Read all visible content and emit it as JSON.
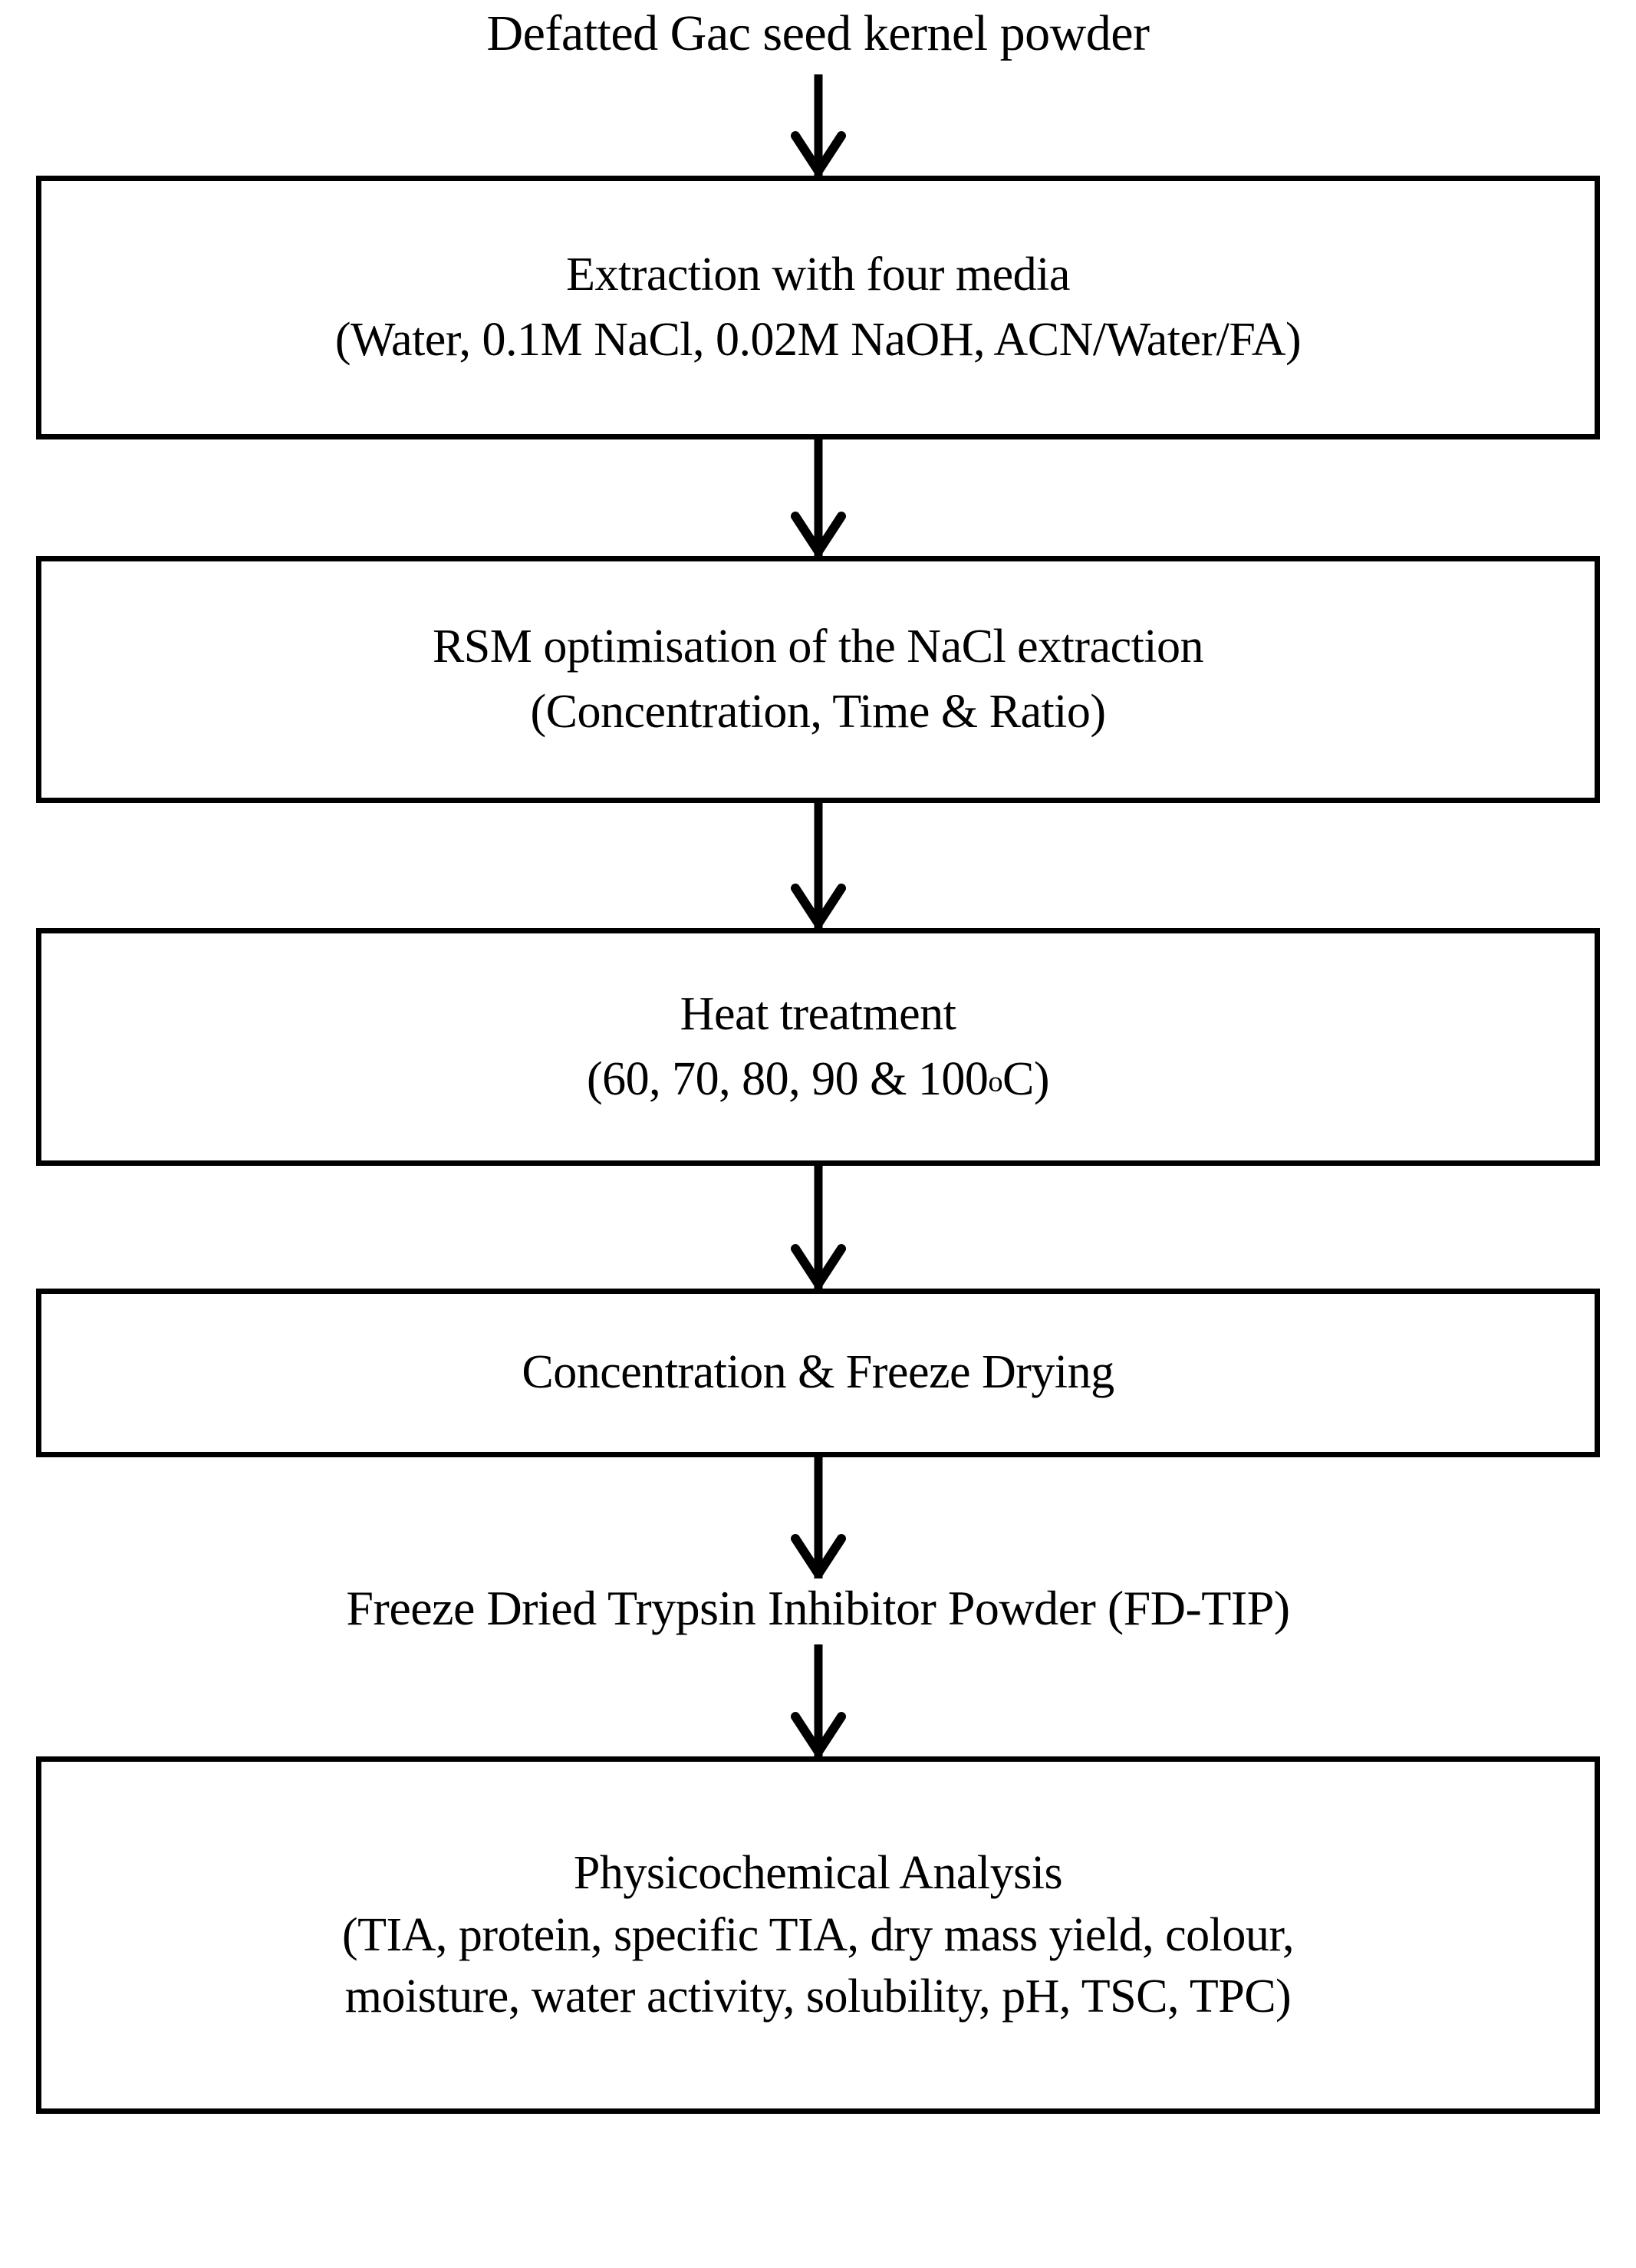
{
  "diagram": {
    "title": "Gac seed trypsin inhibitor extraction and analysis flowchart",
    "orientation": "top-to-bottom",
    "background_color": "#ffffff",
    "line_color": "#000000",
    "nodes": [
      {
        "id": "start",
        "shape": "plain-text",
        "lines": [
          "Defatted Gac seed kernel powder"
        ]
      },
      {
        "id": "extraction",
        "shape": "rectangle",
        "lines": [
          "Extraction with four media",
          "(Water, 0.1M NaCl, 0.02M NaOH, ACN/Water/FA)"
        ]
      },
      {
        "id": "rsm",
        "shape": "rectangle",
        "lines": [
          "RSM optimisation of the NaCl extraction",
          "(Concentration, Time & Ratio)"
        ]
      },
      {
        "id": "heat",
        "shape": "rectangle",
        "lines": [
          "Heat treatment",
          "(60, 70, 80, 90 & 100oC)"
        ],
        "line2_prefix": "(60, 70, 80, 90 & 100",
        "line2_sup": "o",
        "line2_suffix": "C)"
      },
      {
        "id": "freeze-drying",
        "shape": "rectangle",
        "lines": [
          "Concentration & Freeze Drying"
        ]
      },
      {
        "id": "fdtip",
        "shape": "plain-text",
        "lines": [
          "Freeze Dried Trypsin Inhibitor Powder (FD-TIP)"
        ]
      },
      {
        "id": "analysis",
        "shape": "rectangle",
        "lines": [
          "Physicochemical Analysis",
          "(TIA, protein, specific TIA, dry mass yield, colour,",
          "moisture, water activity, solubility, pH, TSC, TPC)"
        ]
      }
    ],
    "connectors": [
      {
        "id": "arrow-1",
        "from": "start",
        "to": "extraction",
        "icon": "down-arrow-icon"
      },
      {
        "id": "arrow-2",
        "from": "extraction",
        "to": "rsm",
        "icon": "down-arrow-icon"
      },
      {
        "id": "arrow-3",
        "from": "rsm",
        "to": "heat",
        "icon": "down-arrow-icon"
      },
      {
        "id": "arrow-4",
        "from": "heat",
        "to": "freeze-drying",
        "icon": "down-arrow-icon"
      },
      {
        "id": "arrow-5",
        "from": "freeze-drying",
        "to": "fdtip",
        "icon": "down-arrow-icon"
      },
      {
        "id": "arrow-6",
        "from": "fdtip",
        "to": "analysis",
        "icon": "down-arrow-icon"
      }
    ]
  }
}
